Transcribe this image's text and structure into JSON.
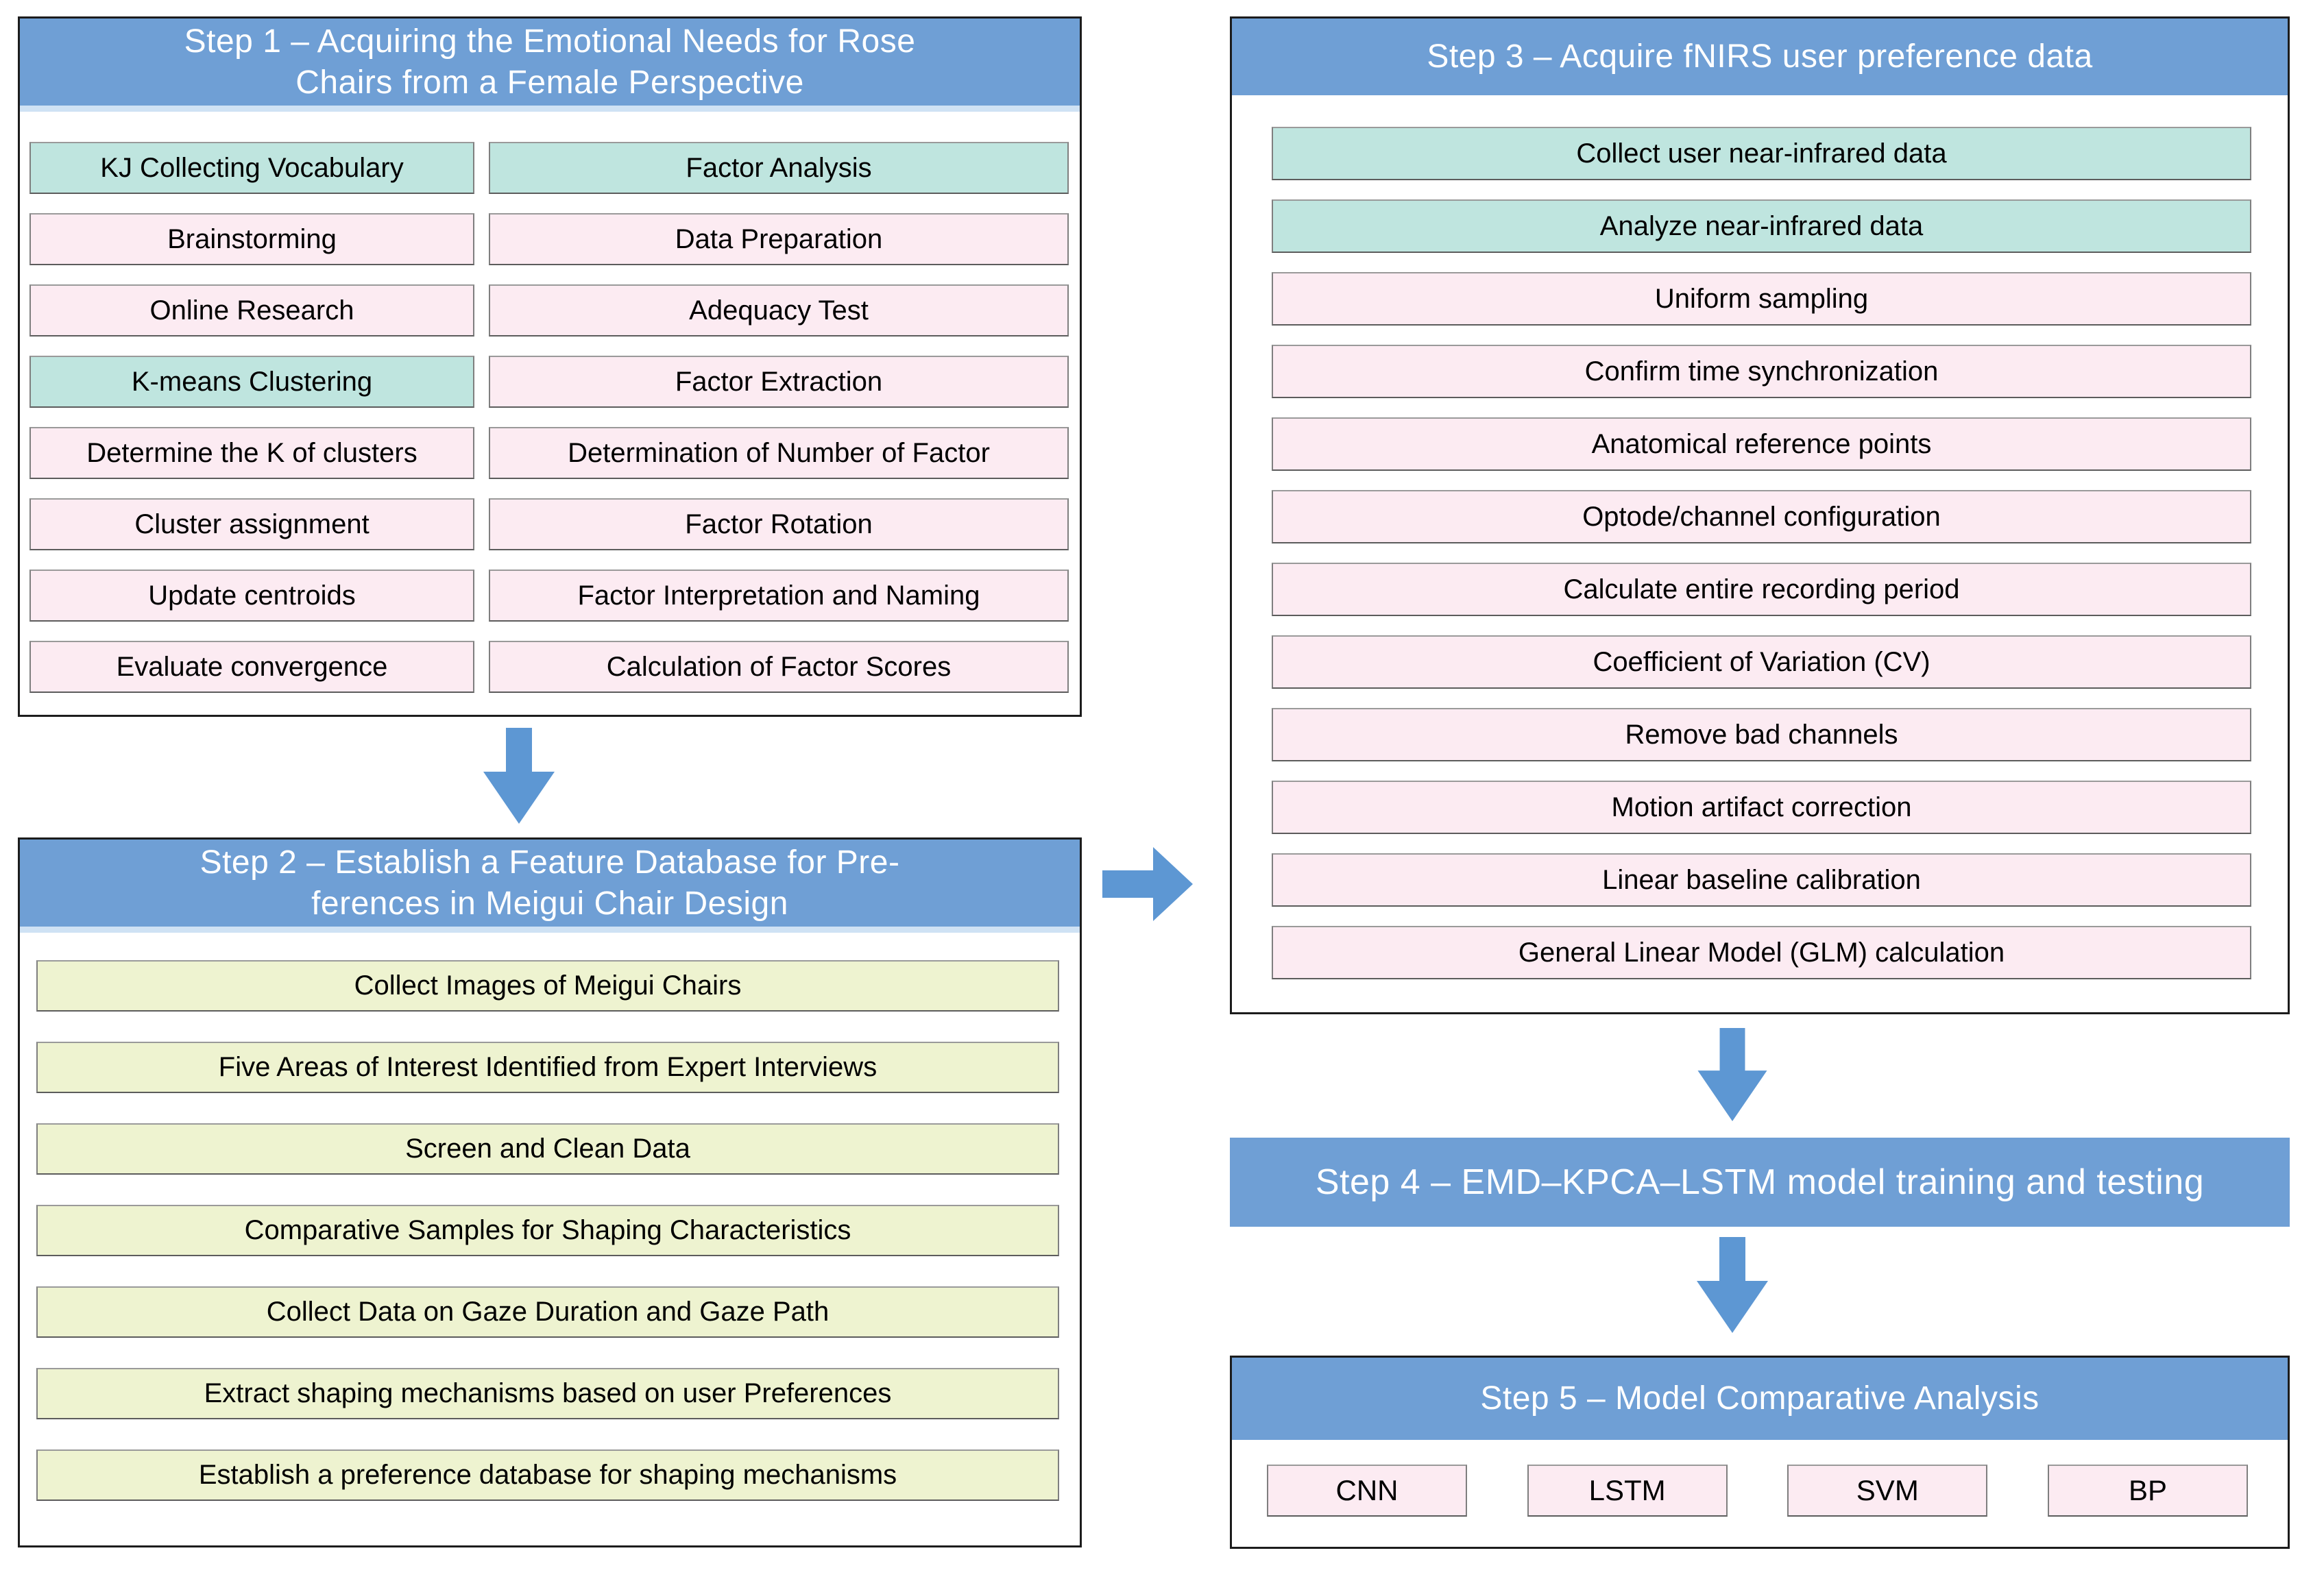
{
  "palette": {
    "header_blue": "#6f9fd5",
    "arrow_blue": "#5d97d3",
    "highlight_teal": "#bfe5df",
    "process_pink": "#fcebf2",
    "process_green": "#eef3d0",
    "box_border_gray": "#7f7f7f",
    "panel_border_black": "#1c1c1c",
    "header_text": "#ffffff",
    "box_text": "#000000"
  },
  "step1": {
    "title": "Step 1 – Acquiring the Emotional Needs for Rose\nChairs from a Female Perspective",
    "left": [
      {
        "text": "KJ Collecting Vocabulary",
        "variant": "teal"
      },
      {
        "text": "Brainstorming",
        "variant": "pink"
      },
      {
        "text": "Online Research",
        "variant": "pink"
      },
      {
        "text": "K-means Clustering",
        "variant": "teal"
      },
      {
        "text": "Determine the K of clusters",
        "variant": "pink"
      },
      {
        "text": "Cluster assignment",
        "variant": "pink"
      },
      {
        "text": "Update centroids",
        "variant": "pink"
      },
      {
        "text": "Evaluate convergence",
        "variant": "pink"
      }
    ],
    "right": [
      {
        "text": "Factor Analysis",
        "variant": "teal"
      },
      {
        "text": "Data Preparation",
        "variant": "pink"
      },
      {
        "text": "Adequacy Test",
        "variant": "pink"
      },
      {
        "text": "Factor Extraction",
        "variant": "pink"
      },
      {
        "text": "Determination of Number of Factor",
        "variant": "pink"
      },
      {
        "text": "Factor Rotation",
        "variant": "pink"
      },
      {
        "text": "Factor Interpretation and Naming",
        "variant": "pink"
      },
      {
        "text": "Calculation of Factor Scores",
        "variant": "pink"
      }
    ]
  },
  "step2": {
    "title": "Step 2 – Establish a Feature Database for Pre-\nferences in Meigui Chair Design",
    "items": [
      {
        "text": "Collect Images of Meigui Chairs",
        "variant": "green"
      },
      {
        "text": "Five Areas of Interest Identified from Expert Interviews",
        "variant": "green"
      },
      {
        "text": "Screen and Clean Data",
        "variant": "green"
      },
      {
        "text": "Comparative Samples for Shaping Characteristics",
        "variant": "green"
      },
      {
        "text": "Collect Data on Gaze Duration and Gaze Path",
        "variant": "green"
      },
      {
        "text": "Extract shaping mechanisms based on user Preferences",
        "variant": "green"
      },
      {
        "text": "Establish a preference database for shaping mechanisms",
        "variant": "green"
      }
    ]
  },
  "step3": {
    "title": "Step 3 – Acquire fNIRS user preference data",
    "items": [
      {
        "text": "Collect user near-infrared data",
        "variant": "teal"
      },
      {
        "text": "Analyze near-infrared data",
        "variant": "teal"
      },
      {
        "text": "Uniform sampling",
        "variant": "pink"
      },
      {
        "text": "Confirm time synchronization",
        "variant": "pink"
      },
      {
        "text": "Anatomical reference points",
        "variant": "pink"
      },
      {
        "text": "Optode/channel configuration",
        "variant": "pink"
      },
      {
        "text": "Calculate entire recording period",
        "variant": "pink"
      },
      {
        "text": "Coefficient of Variation (CV)",
        "variant": "pink"
      },
      {
        "text": "Remove bad channels",
        "variant": "pink"
      },
      {
        "text": "Motion artifact correction",
        "variant": "pink"
      },
      {
        "text": "Linear baseline calibration",
        "variant": "pink"
      },
      {
        "text": "General Linear Model (GLM) calculation",
        "variant": "pink"
      }
    ]
  },
  "step4": {
    "title": "Step 4 – EMD–KPCA–LSTM model training and testing"
  },
  "step5": {
    "title": "Step 5 – Model Comparative Analysis",
    "items": [
      {
        "text": "CNN",
        "variant": "pink"
      },
      {
        "text": "LSTM",
        "variant": "pink"
      },
      {
        "text": "SVM",
        "variant": "pink"
      },
      {
        "text": "BP",
        "variant": "pink"
      }
    ]
  }
}
